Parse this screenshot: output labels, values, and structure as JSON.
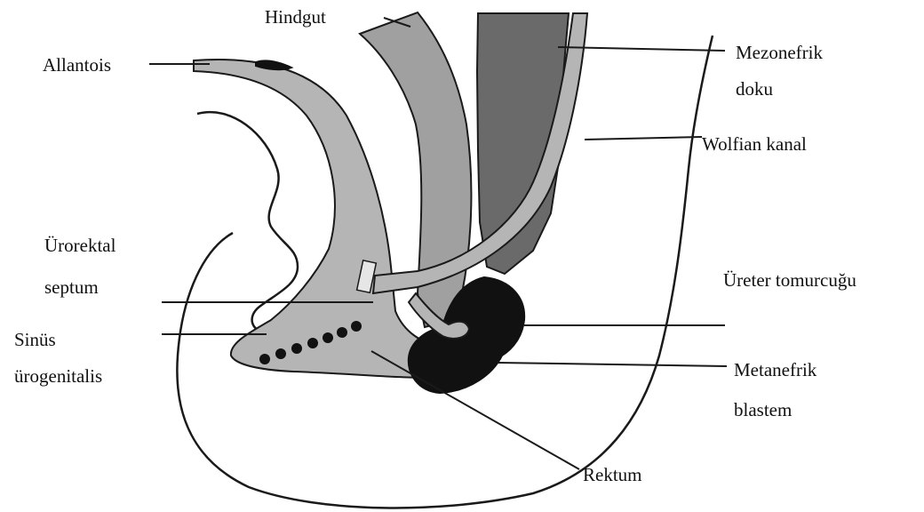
{
  "labels": {
    "hindgut": "Hindgut",
    "allantois": "Allantois",
    "mezonefrik_1": "Mezonefrik",
    "mezonefrik_2": "doku",
    "wolfian": "Wolfian kanal",
    "urorektal_1": "Ürorektal",
    "urorektal_2": "septum",
    "ureter": "Üreter tomurcuğu",
    "sinus_1": "Sinüs",
    "sinus_2": "ürogenitalis",
    "metanefrik_1": "Metanefrik",
    "metanefrik_2": "blastem",
    "rektum": "Rektum"
  },
  "colors": {
    "light_gray": "#b5b5b5",
    "mid_gray": "#a0a0a0",
    "dark_gray": "#6a6a6a",
    "black": "#111111",
    "outline": "#1a1a1a"
  }
}
